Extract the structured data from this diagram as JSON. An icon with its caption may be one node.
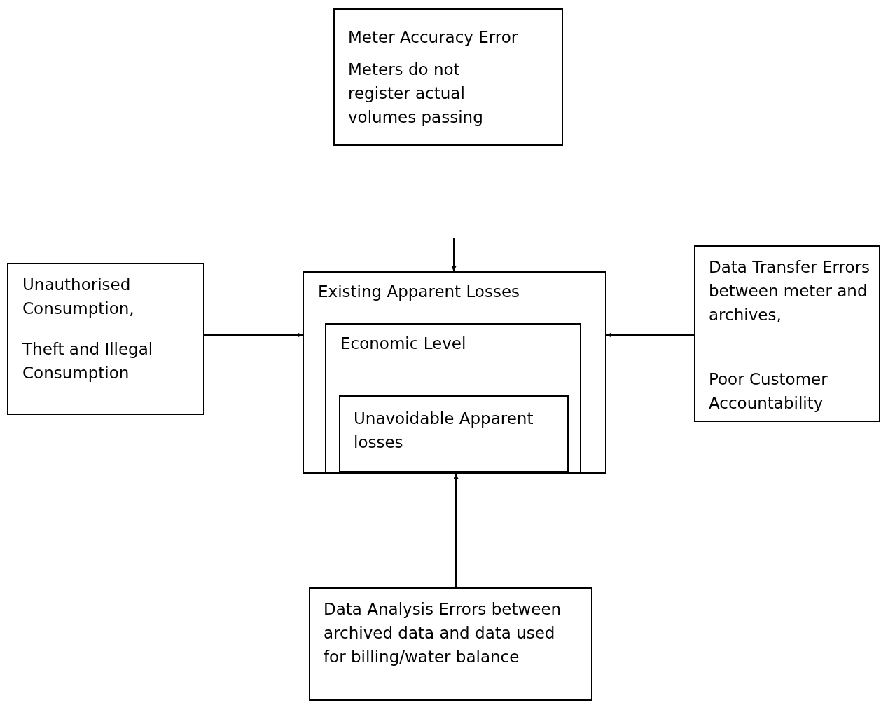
{
  "diagram": {
    "nodes": [
      {
        "text": [
          "Meter Accuracy Error",
          "Meters do not register actual volumes passing"
        ]
      },
      {
        "text": [
          "Unauthorised Consumption,",
          "Theft and Illegal Consumption"
        ]
      },
      {
        "text": [
          "Existing Apparent Losses"
        ]
      },
      {
        "text": [
          "Economic Level"
        ],
        "in": 2
      },
      {
        "text": [
          "Unavoidable Apparent losses"
        ],
        "in": 3
      },
      {
        "text": [
          "Data Transfer Errors between meter and archives,",
          "Poor Customer Accountability"
        ]
      },
      {
        "text": [
          "Data Analysis Errors between archived data and data used for billing/water balance"
        ]
      }
    ],
    "edges": [
      {
        "from": null,
        "to": 2,
        "arrow": "to"
      },
      {
        "from": 1,
        "to": 2,
        "arrow": "to"
      },
      {
        "from": 5,
        "to": 2,
        "arrow": "to"
      },
      {
        "from": 6,
        "to": 2,
        "arrow": "to"
      }
    ]
  }
}
